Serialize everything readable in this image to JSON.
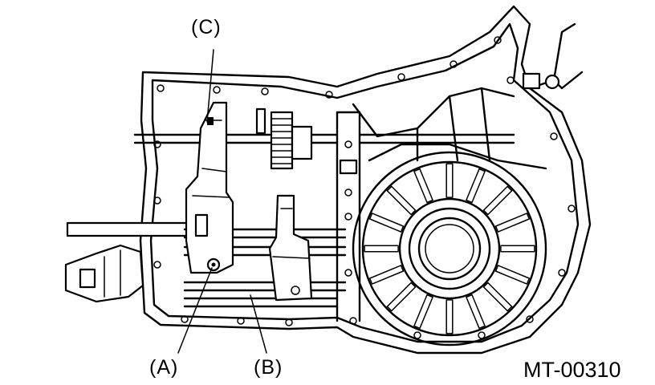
{
  "labels": {
    "c": "(C)",
    "a": "(A)",
    "b": "(B)"
  },
  "figure_id": "MT-00310",
  "colors": {
    "line": "#000000",
    "background": "#ffffff"
  }
}
